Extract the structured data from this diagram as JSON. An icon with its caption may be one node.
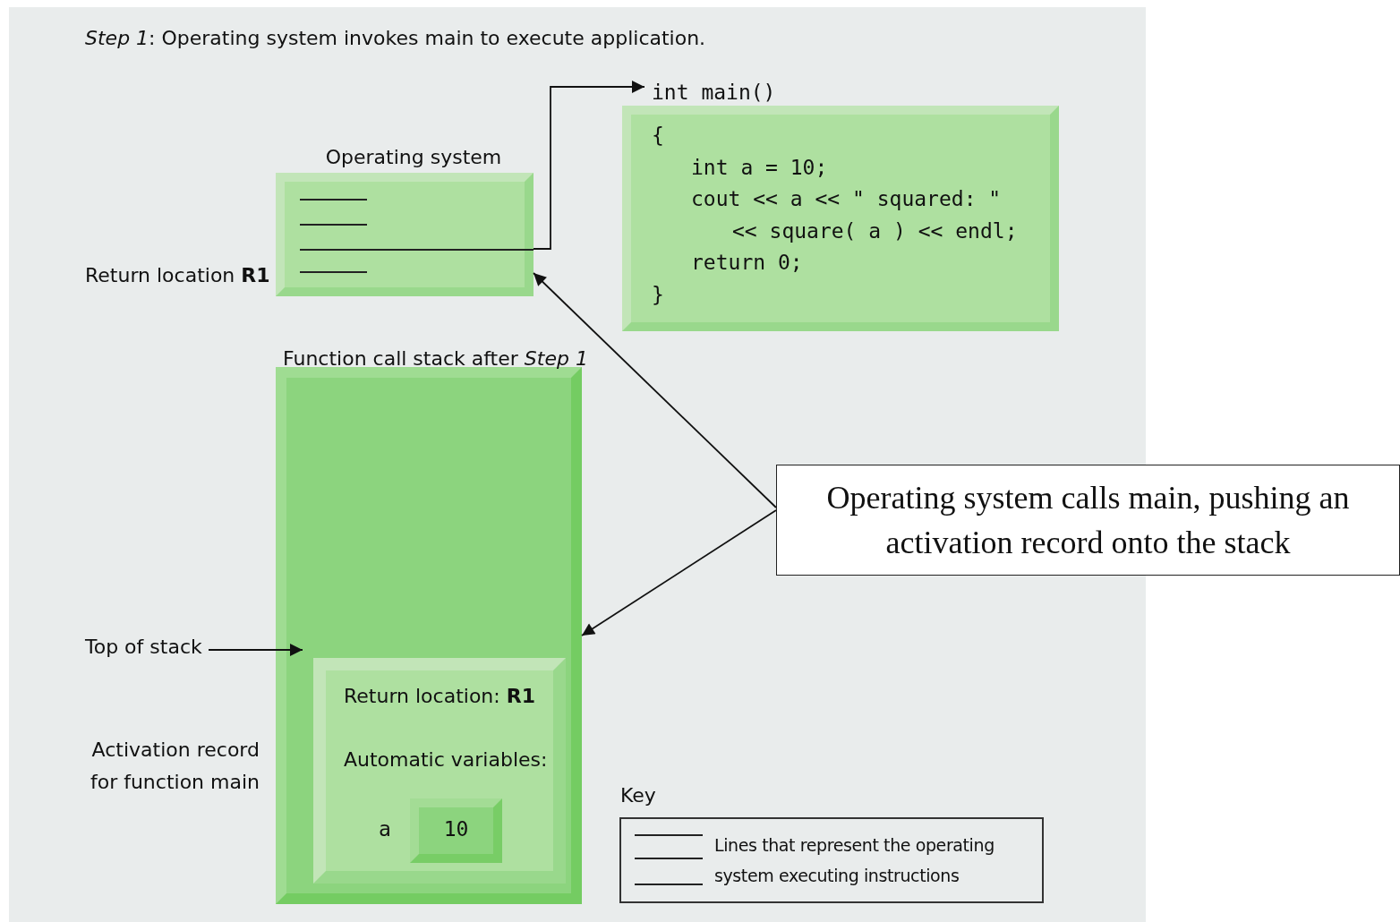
{
  "diagram": {
    "title": "*Step 1*: Operating system invokes main to execute application.",
    "nodes": [
      {
        "text": [
          "Operating system"
        ]
      },
      {
        "text": [
          "int main()",
          "{",
          "int a = 10;",
          "cout << a << \" squared: \"",
          "<< square( a ) << endl;",
          "return 0;",
          "}"
        ]
      },
      {
        "text": [
          "Function call stack after *Step 1*"
        ]
      },
      {
        "text": [
          "Return location: **R1**",
          "Automatic variables:"
        ],
        "in": 2
      },
      {
        "text": [
          "10"
        ],
        "beside": [
          "a"
        ],
        "in": 3
      },
      {
        "text": [
          "Top of stack"
        ]
      },
      {
        "text": [
          "Operating system calls main, pushing an activation record onto the stack"
        ]
      }
    ],
    "edges": [
      {
        "from": 0,
        "to": 1,
        "arrow": "to"
      },
      {
        "from": 5,
        "to": 3,
        "arrow": "to"
      },
      {
        "from": 6,
        "to": 0,
        "arrow": "to"
      },
      {
        "from": 6,
        "to": 2,
        "arrow": "to"
      }
    ],
    "labels": [
      "Return location **R1**",
      "Activation record for function main",
      "Key"
    ],
    "legend": [
      {
        "text": "Lines that represent the operating system executing instructions"
      }
    ]
  }
}
